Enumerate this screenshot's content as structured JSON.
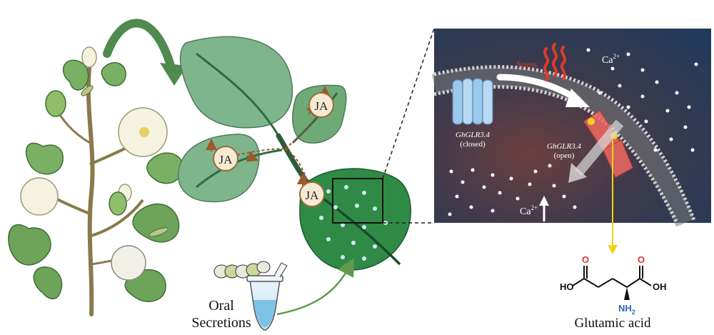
{
  "labels": {
    "jasmonic_acid": "JA",
    "oral_secretions_line1": "Oral",
    "oral_secretions_line2": "Secretions",
    "glutamic_acid": "Glutamic acid",
    "stress": "Stress",
    "calcium": "Ca",
    "calcium_charge": "2+",
    "channel_closed_name": "GhGLR3.4",
    "channel_closed_state": "(closed)",
    "channel_open_name": "GhGLR3.4",
    "channel_open_state": "(open)"
  },
  "molecule": {
    "left_group": "HO",
    "right_group": "OH",
    "top_left_atom": "O",
    "top_right_atom": "O",
    "amine": "NH",
    "amine_subscript": "2"
  },
  "colors": {
    "panel_dark": "#2b3b52",
    "panel_warm": "#5a3a3f",
    "leaf_light": "#7fb58c",
    "leaf_mid": "#5fa36f",
    "leaf_dark": "#2f8a45",
    "stem": "#2e5b3a",
    "ja_circle": "#f7ead2",
    "ja_border": "#9a6a3a",
    "stress_red": "#e03a2a",
    "channel_closed": "#9cc8ea",
    "channel_open": "#f06a62",
    "arrow_yellow": "#f2d21b"
  }
}
